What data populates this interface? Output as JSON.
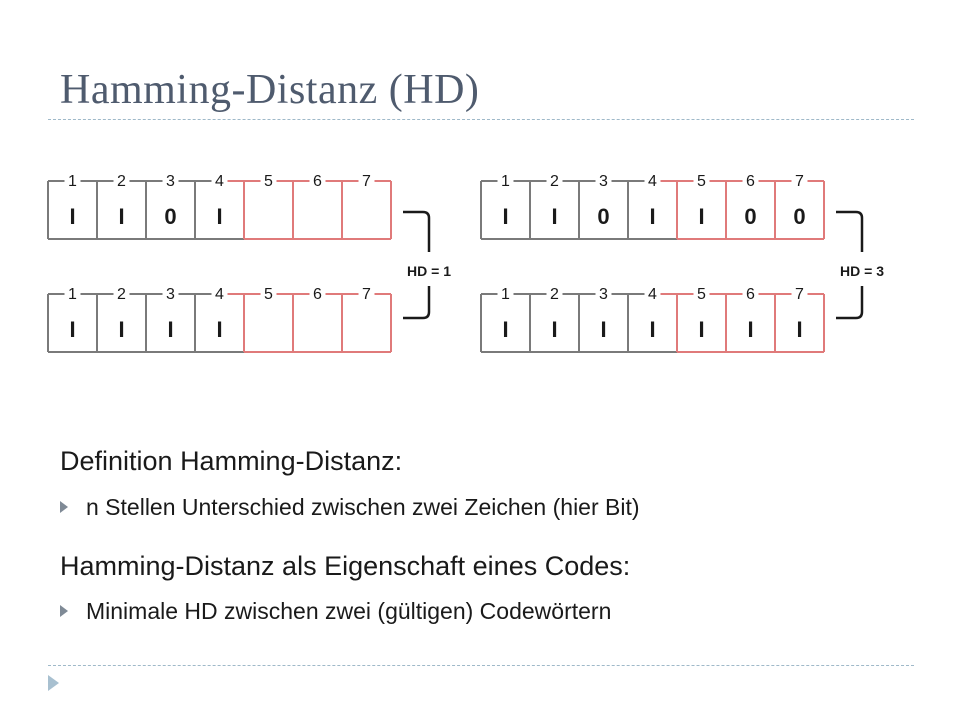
{
  "slide": {
    "title": "Hamming-Distanz (HD)"
  },
  "diagrams": [
    {
      "hd_label": "HD = 1",
      "words": [
        {
          "positions": [
            "1",
            "2",
            "3",
            "4",
            "5",
            "6",
            "7"
          ],
          "bits": [
            "I",
            "I",
            "0",
            "I",
            "",
            "",
            ""
          ]
        },
        {
          "positions": [
            "1",
            "2",
            "3",
            "4",
            "5",
            "6",
            "7"
          ],
          "bits": [
            "I",
            "I",
            "I",
            "I",
            "",
            "",
            ""
          ]
        }
      ]
    },
    {
      "hd_label": "HD = 3",
      "words": [
        {
          "positions": [
            "1",
            "2",
            "3",
            "4",
            "5",
            "6",
            "7"
          ],
          "bits": [
            "I",
            "I",
            "0",
            "I",
            "I",
            "0",
            "0"
          ]
        },
        {
          "positions": [
            "1",
            "2",
            "3",
            "4",
            "5",
            "6",
            "7"
          ],
          "bits": [
            "I",
            "I",
            "I",
            "I",
            "I",
            "I",
            "I"
          ]
        }
      ]
    }
  ],
  "colors": {
    "data_cell_border": "#7a7a7a",
    "parity_cell_border": "#e07a7a",
    "bracket": "#1a1a1a"
  },
  "body": {
    "heading1": "Definition Hamming-Distanz:",
    "bullet1": "n Stellen Unterschied zwischen zwei Zeichen (hier Bit)",
    "heading2": "Hamming-Distanz als Eigenschaft eines Codes:",
    "bullet2": "Minimale HD zwischen zwei (gültigen) Codewörtern"
  }
}
